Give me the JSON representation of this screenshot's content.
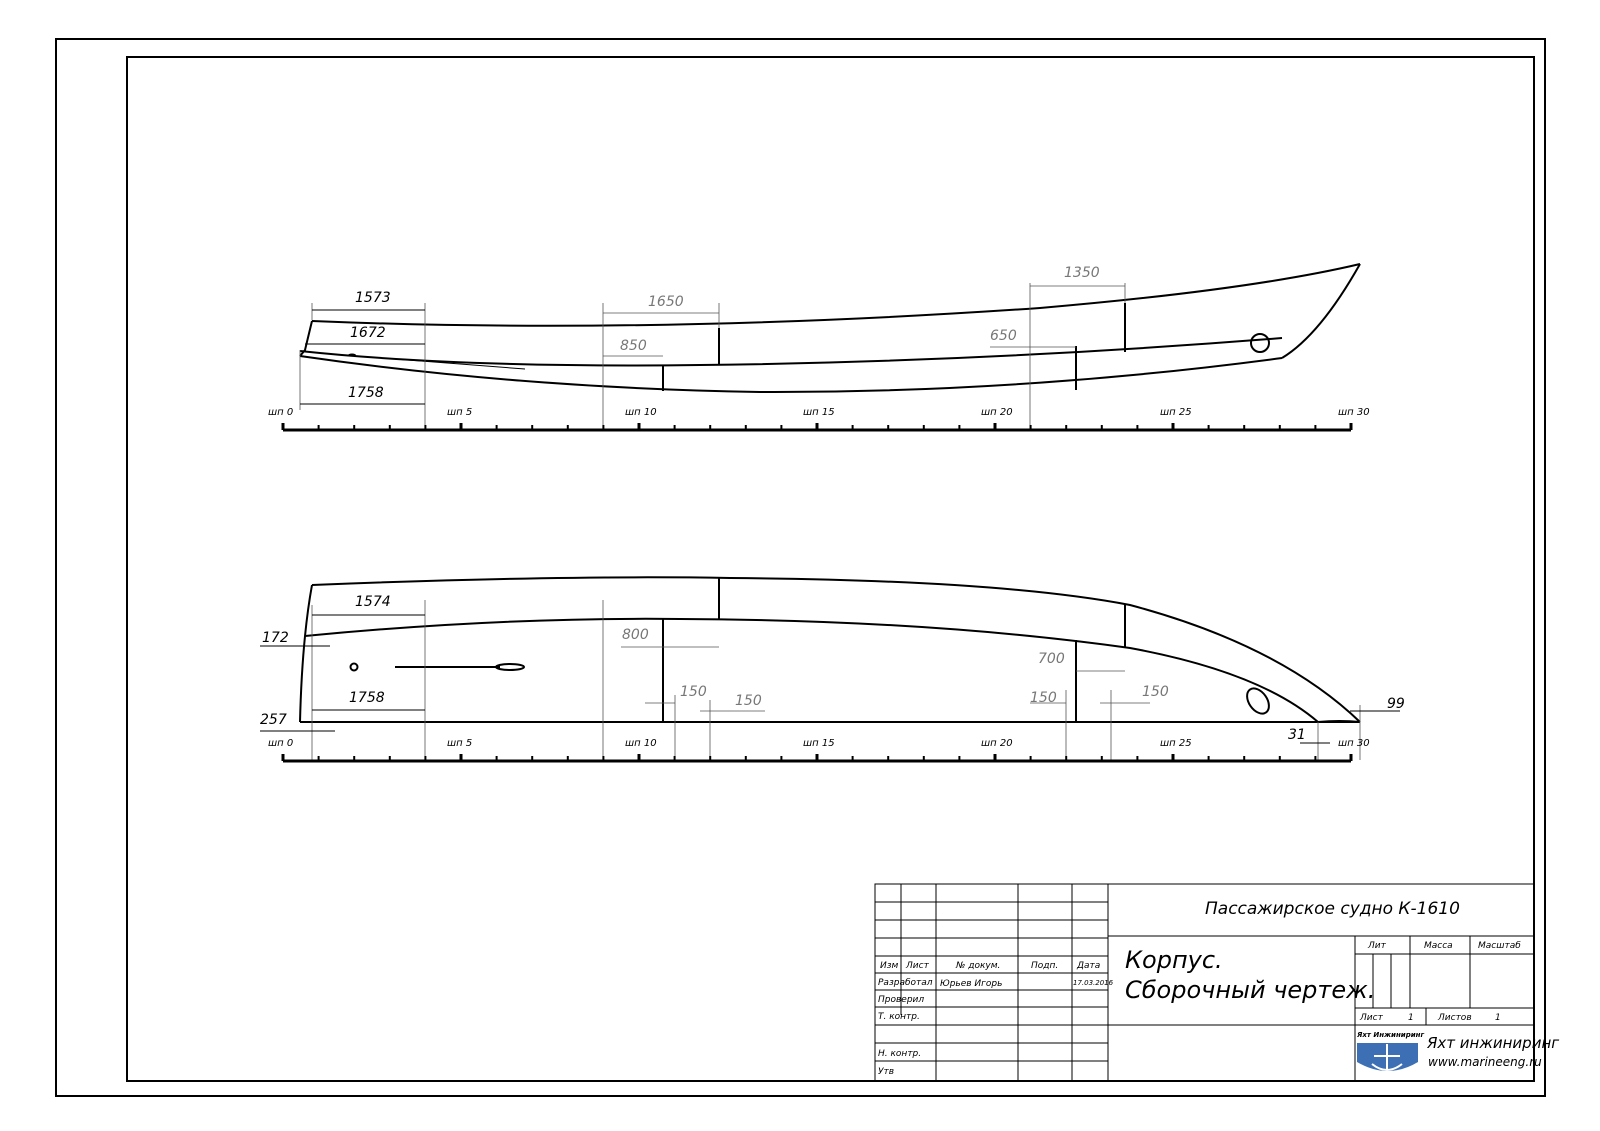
{
  "profile_view": {
    "dims": [
      "1573",
      "1672",
      "1758",
      "1650",
      "850",
      "1350",
      "650"
    ],
    "stations": [
      "шп 0",
      "шп 5",
      "шп 10",
      "шп 15",
      "шп 20",
      "шп 25",
      "шп 30"
    ]
  },
  "plan_view": {
    "dims": [
      "1574",
      "172",
      "1758",
      "257",
      "800",
      "150",
      "150",
      "700",
      "150",
      "150",
      "99",
      "31"
    ],
    "stations": [
      "шп 0",
      "шп 5",
      "шп 10",
      "шп 15",
      "шп 20",
      "шп 25",
      "шп 30"
    ]
  },
  "title_block": {
    "project": "Пассажирское судно К-1610",
    "drawing_line1": "Корпус.",
    "drawing_line2": "Сборочный чертеж.",
    "headers": [
      "Изм",
      "Лист",
      "№ докум.",
      "Подп.",
      "Дата"
    ],
    "row_labels": [
      "Разработал",
      "Проверил",
      "Т. контр.",
      "",
      "Н. контр.",
      "Утв"
    ],
    "developer": "Юрьев Игорь",
    "date": "17.03.2016",
    "lit_label": "Лит",
    "mass_label": "Масса",
    "scale_label": "Масштаб",
    "sheet_label": "Лист",
    "sheet_no": "1",
    "sheets_label": "Листов",
    "sheets_total": "1",
    "logo_text": "Яхт Инжиниринг",
    "company": "Яхт инжиниринг",
    "website": "www.marineeng.ru",
    "logo_color": "#3c6fb4"
  }
}
